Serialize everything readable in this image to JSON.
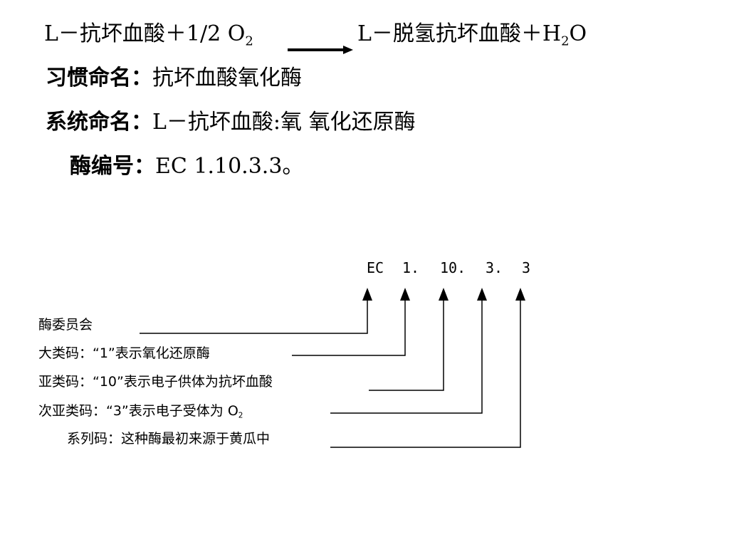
{
  "equation": {
    "left": {
      "prefix": "L－抗坏血酸＋1/2 O",
      "sub": "2"
    },
    "right": {
      "prefix": "L－脱氢抗坏血酸＋H",
      "sub": "2",
      "suffix": "O"
    }
  },
  "names": {
    "habit_label": "习惯命名：",
    "habit_value": "抗坏血酸氧化酶",
    "system_label": "系统命名：",
    "system_value": "L－抗坏血酸:氧 氧化还原酶",
    "ec_label": "酶编号：",
    "ec_value": "EC 1.10.3.3。"
  },
  "ec_code": {
    "ec": "EC",
    "d1": "1.",
    "d2": "10.",
    "d3": "3.",
    "d4": "3"
  },
  "labels": {
    "committee": "酶委员会",
    "major": "大类码：“1”表示氧化还原酶",
    "sub": "亚类码：“10”表示电子供体为抗坏血酸",
    "subsub_prefix": "次亚类码：“3”表示电子受体为 O",
    "subsub_sub": "2",
    "serial": "系列码：这种酶最初来源于黄瓜中"
  }
}
